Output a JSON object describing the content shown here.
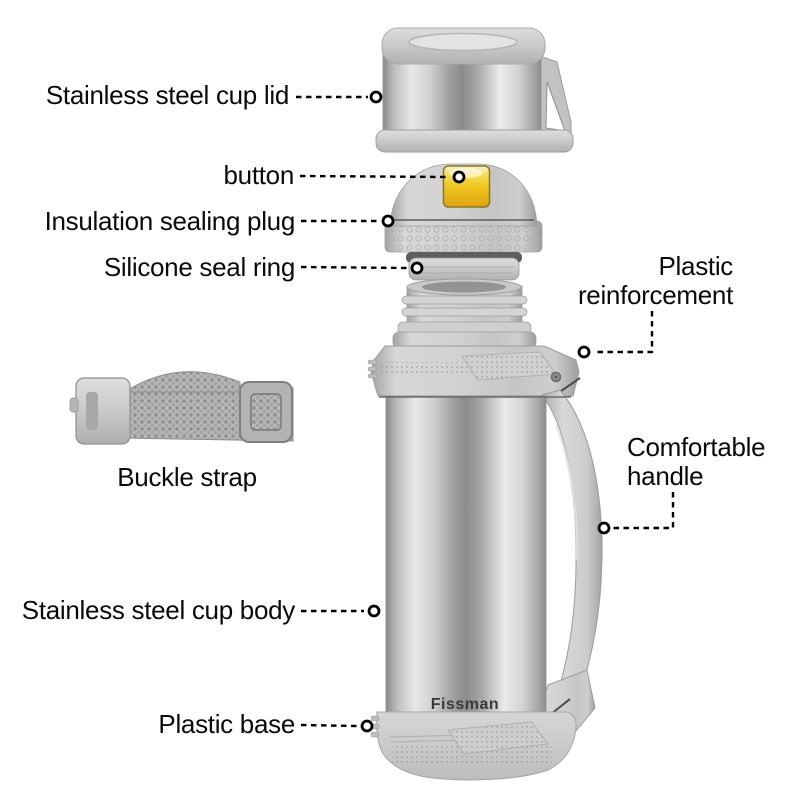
{
  "title": "Vacuum flask exploded parts diagram",
  "background": "#ffffff",
  "brand": {
    "logo_text": "Fissman"
  },
  "callouts": {
    "cup_lid": {
      "label": "Stainless steel cup lid"
    },
    "button": {
      "label": "button"
    },
    "sealing_plug": {
      "label": "Insulation sealing plug"
    },
    "seal_ring": {
      "label": "Silicone seal ring"
    },
    "reinforcement": {
      "label": "Plastic reinforcement"
    },
    "buckle_strap": {
      "label": "Buckle strap"
    },
    "handle": {
      "label": "Comfortable handle"
    },
    "cup_body": {
      "label": "Stainless steel cup body"
    },
    "base": {
      "label": "Plastic base"
    }
  },
  "colors": {
    "label_text": "#0a0a0a",
    "leader_line": "#000000",
    "steel_highlight": "#e9e9e9",
    "steel_shadow": "#8a8a8a",
    "plastic_gray": "#c9c9c9",
    "button_yellow": "#eec71f",
    "button_border": "#8a7722",
    "seal_ring_dark": "#5e5e5e",
    "logo_text": "#3a3a3a"
  }
}
